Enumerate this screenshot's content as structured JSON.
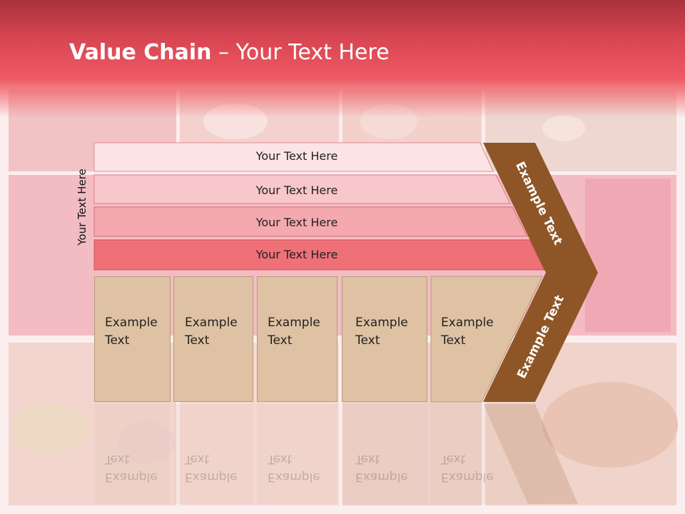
{
  "title": {
    "bold": "Value Chain",
    "rest": " – Your Text Here"
  },
  "side_label": "Your Text Here",
  "bars": [
    {
      "label": "Your Text Here",
      "color": "#fce4e6"
    },
    {
      "label": "Your Text Here",
      "color": "#f8c7cb"
    },
    {
      "label": "Your Text Here",
      "color": "#f4a9ae"
    },
    {
      "label": "Your Text Here",
      "color": "#ef7077"
    }
  ],
  "boxes": [
    {
      "line1": "Example",
      "line2": "Text"
    },
    {
      "line1": "Example",
      "line2": "Text"
    },
    {
      "line1": "Example",
      "line2": "Text"
    },
    {
      "line1": "Example",
      "line2": "Text"
    },
    {
      "line1": "Example",
      "line2": "Text"
    }
  ],
  "chevron_top": "Example Text",
  "chevron_bottom": "Example Text",
  "colors": {
    "chevron": "#8e5626",
    "box": "#dfc2a3",
    "header": "#e04a55"
  }
}
